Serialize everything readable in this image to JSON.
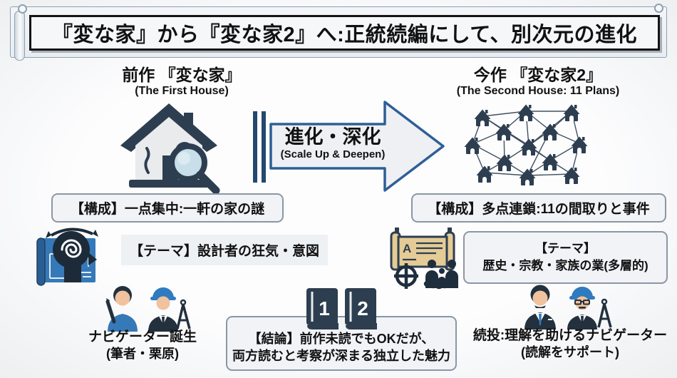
{
  "banner": {
    "title": "『変な家』から『変な家2』へ:正統続編にして、別次元の進化"
  },
  "left": {
    "header": "前作 『変な家』",
    "subheader": "(The First House)",
    "kousei": "【構成】一点集中:一軒の家の謎",
    "theme": "【テーマ】設計者の狂気・意図",
    "navigator_line1": "ナビゲーター誕生",
    "navigator_line2": "(筆者・栗原)"
  },
  "center": {
    "arrow_title": "進化・深化",
    "arrow_sub": "(Scale Up & Deepen)",
    "book1": "1",
    "book2": "2",
    "conclusion_line1": "【結論】前作未読でもOKだが、",
    "conclusion_line2": "両方読むと考察が深まる独立した魅力"
  },
  "right": {
    "header": "今作 『変な家2』",
    "subheader": "(The Second House: 11 Plans)",
    "kousei": "【構成】多点連鎖:11の間取りと事件",
    "theme_line1": "【テーマ】",
    "theme_line2": "歴史・宗教・家族の業(多層的)",
    "navigator_line1": "続投:理解を助けるナビゲーター",
    "navigator_line2": "(読解をサポート)"
  },
  "icons": {
    "scroll_letter": "A",
    "colors": {
      "dark_slate": "#2d3e50",
      "blue": "#3579b8",
      "hat_blue": "#2f7bc0",
      "skin": "#f0c29e",
      "parchment": "#e5cb96",
      "light_fill": "#eef1f4",
      "border_grey": "#8a97a5",
      "arrow_border": "#2e5f96"
    }
  }
}
